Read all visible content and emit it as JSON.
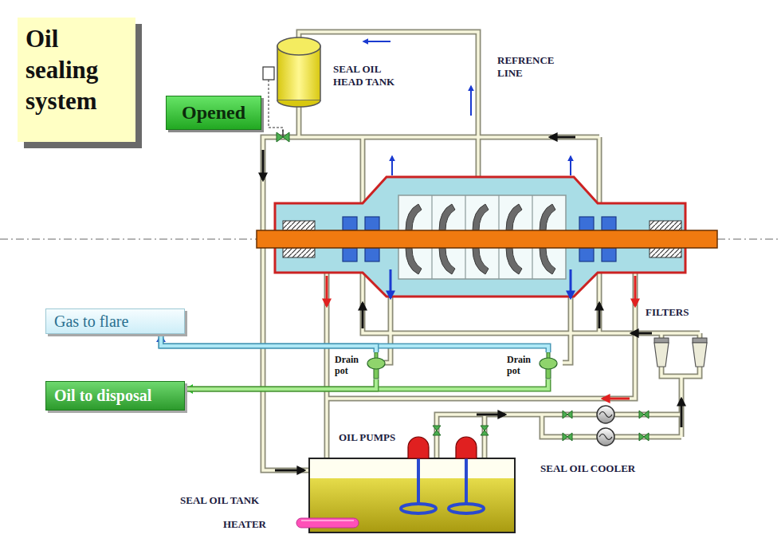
{
  "diagram": {
    "title": "Oil sealing system",
    "nodes": [
      {
        "text": [
          "Opened"
        ]
      },
      {
        "text": [
          "Gas to flare"
        ]
      },
      {
        "text": [
          "Drain pot"
        ]
      },
      {
        "text": [
          "Drain pot"
        ]
      },
      {
        "text": [
          "Oil to disposal"
        ]
      }
    ],
    "edges": [
      {
        "from": 3,
        "to": 1,
        "arrow": "to"
      },
      {
        "from": 2,
        "to": 1,
        "arrow": "none"
      },
      {
        "from": 3,
        "to": 4,
        "arrow": "to"
      },
      {
        "from": 2,
        "to": 4,
        "arrow": "none"
      }
    ],
    "labels": [
      "SEAL OIL HEAD TANK",
      "REFRENCE LINE",
      "FILTERS",
      "OIL PUMPS",
      "SEAL OIL COOLER",
      "SEAL OIL TANK",
      "HEATER"
    ]
  }
}
